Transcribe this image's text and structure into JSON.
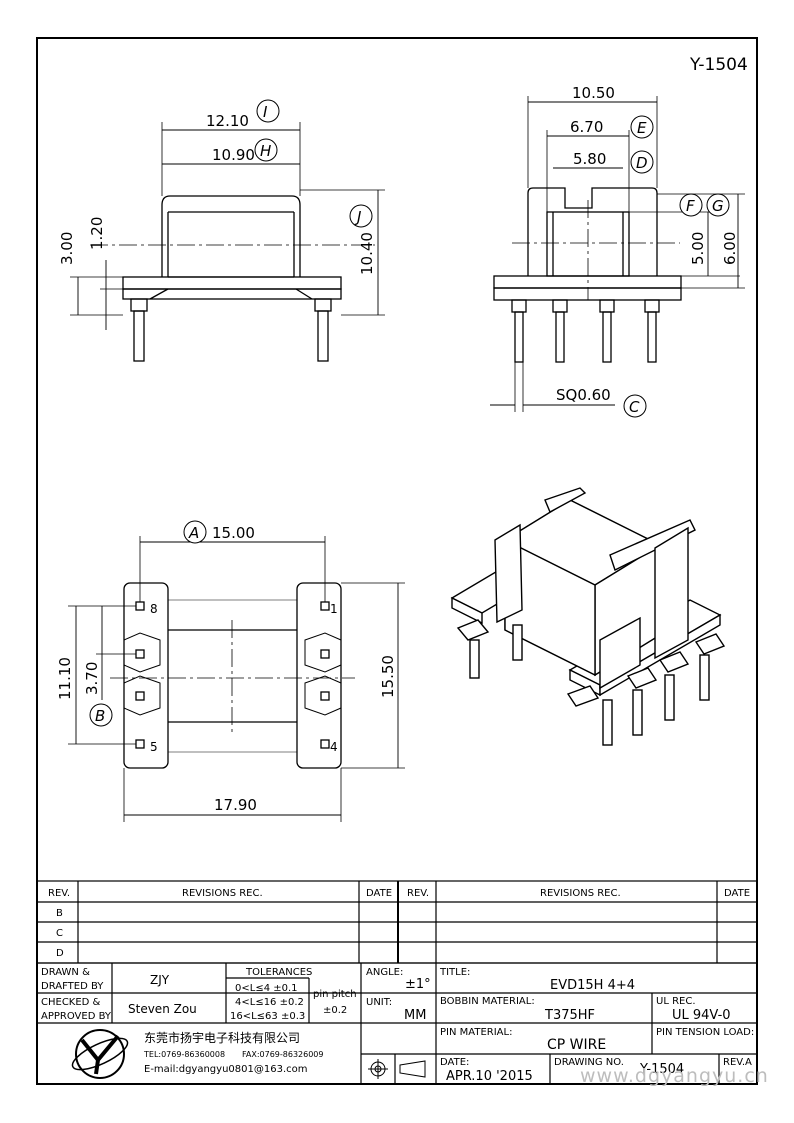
{
  "drawing": {
    "number_top": "Y-1504"
  },
  "dims": {
    "I": "12.10",
    "H": "10.90",
    "J": "10.40",
    "d300": "3.00",
    "d120": "1.20",
    "d1050": "10.50",
    "E": "6.70",
    "D": "5.80",
    "d500": "5.00",
    "d600": "6.00",
    "sq": "SQ0.60",
    "A": "15.00",
    "B": "3.70",
    "d1110": "11.10",
    "d1550": "15.50",
    "d1790": "17.90"
  },
  "callouts": {
    "I": "I",
    "H": "H",
    "J": "J",
    "E": "E",
    "D": "D",
    "F": "F",
    "G": "G",
    "C": "C",
    "A": "A",
    "B": "B"
  },
  "pins": {
    "p8": "8",
    "p1": "1",
    "p5": "5",
    "p4": "4"
  },
  "revisions": {
    "rev_label": "REV.",
    "rec_label": "REVISIONS   REC.",
    "date_label": "DATE",
    "rows": [
      "B",
      "C",
      "D"
    ]
  },
  "title_block": {
    "drawn_label": "DRAWN &",
    "drafted_label": "DRAFTED BY",
    "drawn_value": "ZJY",
    "checked_label": "CHECKED &",
    "approved_label": "APPROVED BY",
    "checked_value": "Steven Zou",
    "tol_label": "TOLERANCES",
    "tol1": "0<L≤4   ±0.1",
    "tol2": "4<L≤16  ±0.2",
    "tol3": "16<L≤63 ±0.3",
    "pin_pitch_label": "pin pitch",
    "pin_pitch_value": "±0.2",
    "angle_label": "ANGLE:",
    "angle_value": "±1°",
    "unit_label": "UNIT:",
    "unit_value": "MM",
    "title_label": "TITLE:",
    "title_value": "EVD15H  4+4",
    "bobbin_label": "BOBBIN MATERIAL:",
    "bobbin_value": "T375HF",
    "ul_label": "UL REC.",
    "ul_value": "UL 94V-0",
    "pin_mat_label": "PIN MATERIAL:",
    "pin_mat_value": "CP WIRE",
    "tension_label": "PIN TENSION LOAD:",
    "date_label": "DATE:",
    "date_value": "APR.10 '2015",
    "dwg_label": "DRAWING NO.",
    "dwg_value": "Y-1504",
    "reva_label": "REV.A",
    "company": "东莞市扬宇电子科技有限公司",
    "tel": "TEL:0769-86360008",
    "fax": "FAX:0769-86326009",
    "email": "E-mail:dgyangyu0801@163.com"
  },
  "watermark": "www.dgyangyu.cn"
}
